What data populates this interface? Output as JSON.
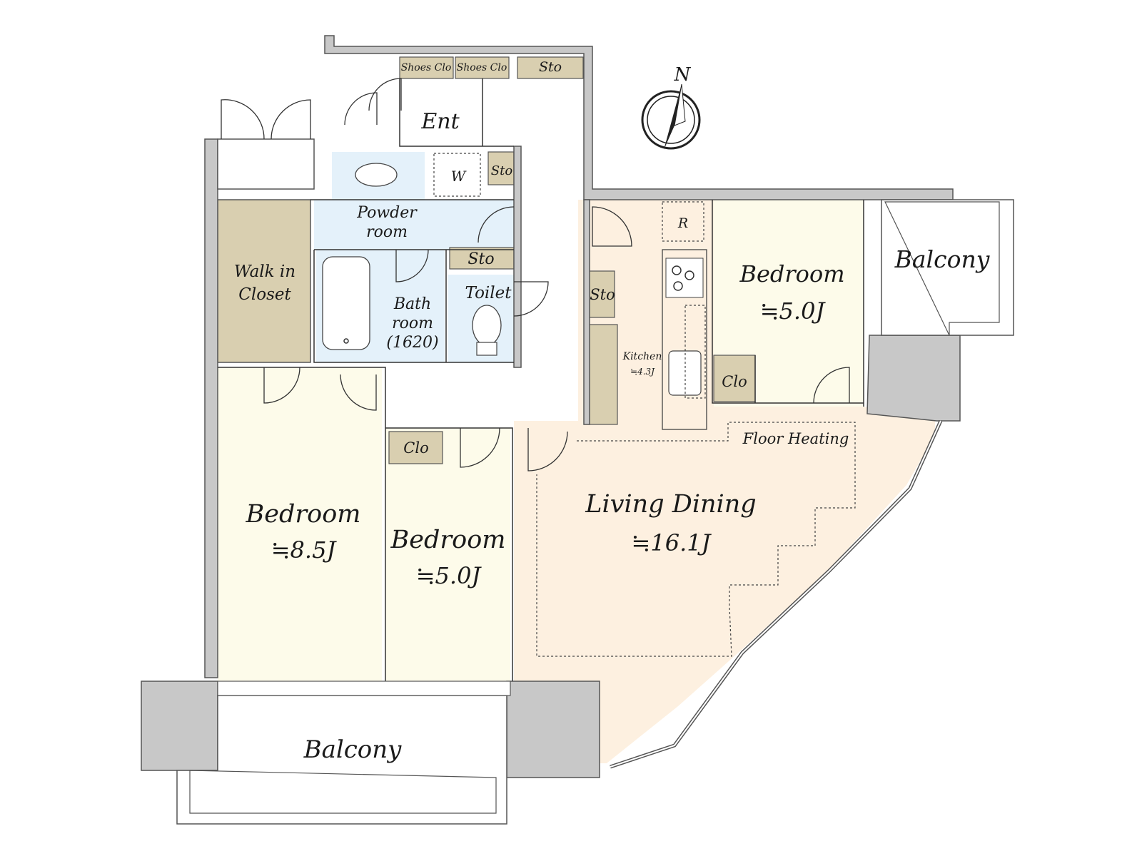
{
  "compass": {
    "label": "N"
  },
  "rooms": {
    "entrance": "Ent",
    "shoes_closet_1": "Shoes Clo",
    "shoes_closet_2": "Shoes Clo",
    "storage_entry": "Sto",
    "washer": "W",
    "storage_small": "Sto",
    "powder_room": [
      "Powder",
      "room"
    ],
    "storage_powder": "Sto",
    "toilet": "Toilet",
    "bath_room": [
      "Bath",
      "room",
      "(1620)"
    ],
    "walk_in_closet": [
      "Walk in",
      "Closet"
    ],
    "storage_kitchen": "Sto",
    "refrigerator": "R",
    "kitchen": {
      "name": "Kitchen",
      "size": "≒4.3J"
    },
    "bedroom_ne": {
      "name": "Bedroom",
      "size": "≒5.0J"
    },
    "closet_ne": "Clo",
    "balcony_e": "Balcony",
    "floor_heating": "Floor Heating",
    "living_dining": {
      "name": "Living Dining",
      "size": "≒16.1J"
    },
    "closet_mid": "Clo",
    "bedroom_sw": {
      "name": "Bedroom",
      "size": "≒8.5J"
    },
    "bedroom_s": {
      "name": "Bedroom",
      "size": "≒5.0J"
    },
    "balcony_s": "Balcony"
  },
  "colors": {
    "bedroom_fill": "#fdfbea",
    "living_fill": "#fdf0e0",
    "wet_fill": "#e4f1fa",
    "storage_fill": "#d9cfb0",
    "wall_fill": "#c8c8c8"
  }
}
